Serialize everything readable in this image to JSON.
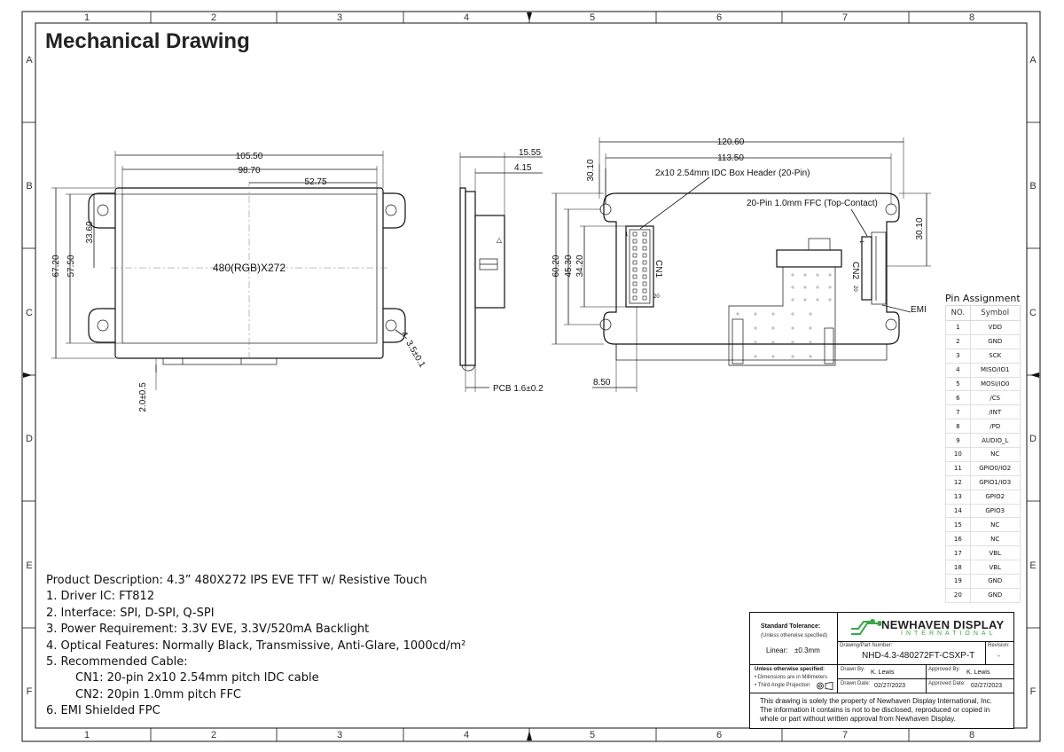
{
  "title": "Mechanical Drawing",
  "grid": {
    "columns": [
      "1",
      "2",
      "3",
      "4",
      "5",
      "6",
      "7",
      "8"
    ],
    "rows": [
      "A",
      "B",
      "C",
      "D",
      "E",
      "F"
    ]
  },
  "front_view": {
    "dims": {
      "overall_width": "105.50",
      "active_width": "98.70",
      "half_width": "52.75",
      "overall_height": "67.20",
      "active_height": "57.50",
      "half_height": "33.60",
      "bottom_offset": "2.0±0.5",
      "holes": "4- 3.5±0.1"
    },
    "resolution_label": "480(RGB)X272"
  },
  "side_view": {
    "dims": {
      "depth": "15.55",
      "header": "4.15",
      "pcb": "PCB 1.6±0.2"
    }
  },
  "back_view": {
    "dims": {
      "overall_width": "120.60",
      "hole_spacing": "113.50",
      "left_top": "30.10",
      "right_side": "30.10",
      "overall_height": "60.20",
      "hole_height": "45.30",
      "connector_height": "34.20",
      "left_offset": "8.50"
    },
    "labels": {
      "cn1_callout": "2x10 2.54mm IDC Box Header (20-Pin)",
      "cn2_callout": "20-Pin 1.0mm FFC (Top-Contact)",
      "cn1": "CN1",
      "cn2": "CN2",
      "emi": "EMI",
      "pin1": "1",
      "pin20": "20"
    }
  },
  "description": {
    "heading": "Product Description: 4.3” 480X272 IPS EVE TFT w/ Resistive Touch",
    "items": [
      "1. Driver IC: FT812",
      "2. Interface: SPI, D-SPI, Q-SPI",
      "3. Power Requirement: 3.3V EVE, 3.3V/520mA Backlight",
      "4. Optical Features: Normally Black, Transmissive, Anti-Glare, 1000cd/m²",
      "5. Recommended Cable:",
      "CN1: 20-pin 2x10 2.54mm pitch IDC cable",
      "CN2: 20pin 1.0mm pitch FFC",
      "6. EMI Shielded FPC"
    ]
  },
  "pin_table": {
    "title": "Pin Assignment",
    "headers": [
      "NO.",
      "Symbol"
    ],
    "rows": [
      [
        "1",
        "VDD"
      ],
      [
        "2",
        "GND"
      ],
      [
        "3",
        "SCK"
      ],
      [
        "4",
        "MISO/IO1"
      ],
      [
        "5",
        "MOSI/IO0"
      ],
      [
        "6",
        "/CS"
      ],
      [
        "7",
        "/INT"
      ],
      [
        "8",
        "/PD"
      ],
      [
        "9",
        "AUDIO_L"
      ],
      [
        "10",
        "NC"
      ],
      [
        "11",
        "GPIO0/IO2"
      ],
      [
        "12",
        "GPIO1/IO3"
      ],
      [
        "13",
        "GPIO2"
      ],
      [
        "14",
        "GPIO3"
      ],
      [
        "15",
        "NC"
      ],
      [
        "16",
        "NC"
      ],
      [
        "17",
        "VBL"
      ],
      [
        "18",
        "VBL"
      ],
      [
        "19",
        "GND"
      ],
      [
        "20",
        "GND"
      ]
    ]
  },
  "title_block": {
    "standard_tolerance": "Standard Tolerance:",
    "unless_specified": "(Unless otherwise specified)",
    "linear_label": "Linear:",
    "linear_value": "±0.3mm",
    "company": "NEWHAVEN DISPLAY",
    "company_sub": "INTERNATIONAL",
    "part_number_label": "Drawing/Part Number:",
    "part_number": "NHD-4.3-480272FT-CSXP-T",
    "revision_label": "Revision:",
    "revision": "-",
    "unless_note": "Unless otherwise specified:",
    "note1": "• Dimensions are in Millimeters",
    "note2": "• Third Angle Projection",
    "drawn_by_label": "Drawn By:",
    "drawn_by": "K. Lewis",
    "approved_by_label": "Approved By:",
    "approved_by": "K. Lewis",
    "drawn_date_label": "Drawn Date:",
    "drawn_date": "02/27/2023",
    "approved_date_label": "Approved Date:",
    "approved_date": "02/27/2023",
    "disclaimer": [
      "This drawing is solely the property of Newhaven Display International, Inc.",
      "The information it contains is not to be disclosed, reproduced or copied in",
      "whole or part without written approval from Newhaven Display."
    ],
    "brand_color": "#3aa648"
  }
}
